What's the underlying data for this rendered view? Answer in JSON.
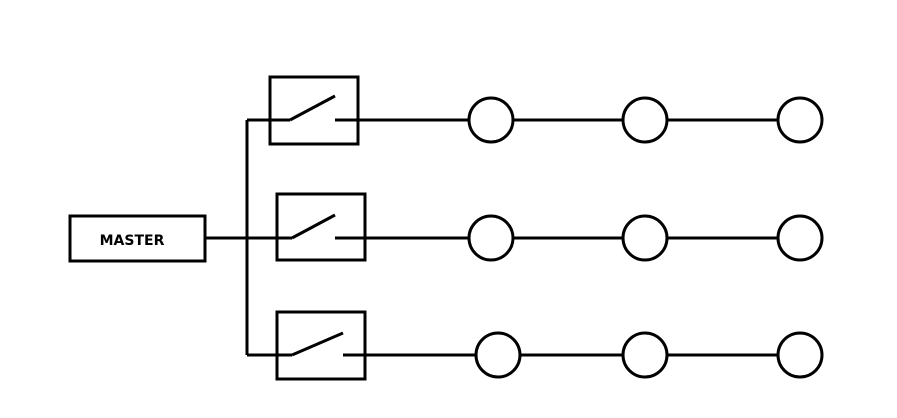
{
  "master": {
    "label": "MASTER"
  },
  "branches": [
    {
      "switch": "switch-top",
      "nodes": 3
    },
    {
      "switch": "switch-middle",
      "nodes": 3
    },
    {
      "switch": "switch-bottom",
      "nodes": 3
    }
  ],
  "colors": {
    "line": "#000000",
    "background": "#ffffff"
  }
}
